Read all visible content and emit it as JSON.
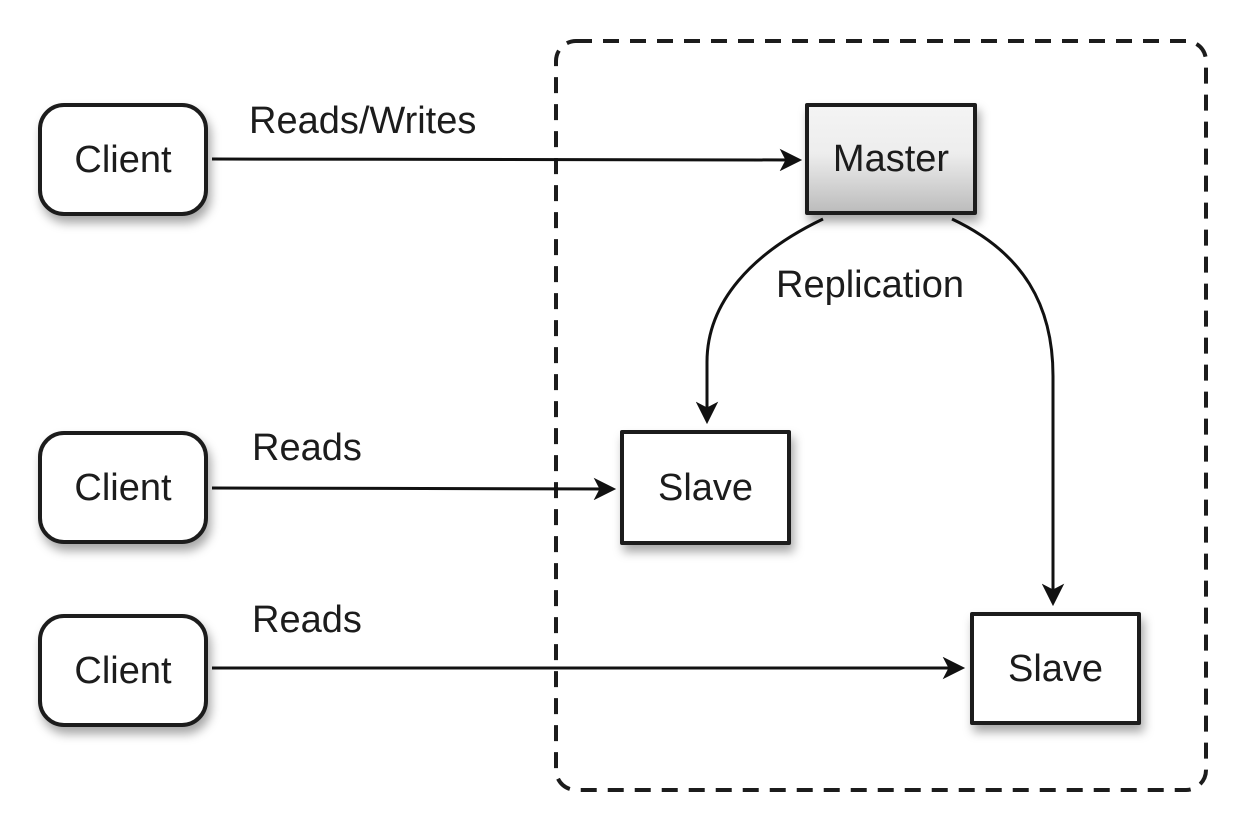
{
  "nodes": {
    "clients": [
      {
        "label": "Client"
      },
      {
        "label": "Client"
      },
      {
        "label": "Client"
      }
    ],
    "master": {
      "label": "Master"
    },
    "slaves": [
      {
        "label": "Slave"
      },
      {
        "label": "Slave"
      }
    ]
  },
  "edge_labels": {
    "client1_master": "Reads/Writes",
    "client2_slave1": "Reads",
    "client3_slave2": "Reads",
    "replication": "Replication"
  },
  "colors": {
    "ink": "#1c1c1c",
    "box_fill": "#ffffff",
    "master_top": "#f4f4f4",
    "master_bottom": "#bdbdbd",
    "background": "#ffffff"
  }
}
